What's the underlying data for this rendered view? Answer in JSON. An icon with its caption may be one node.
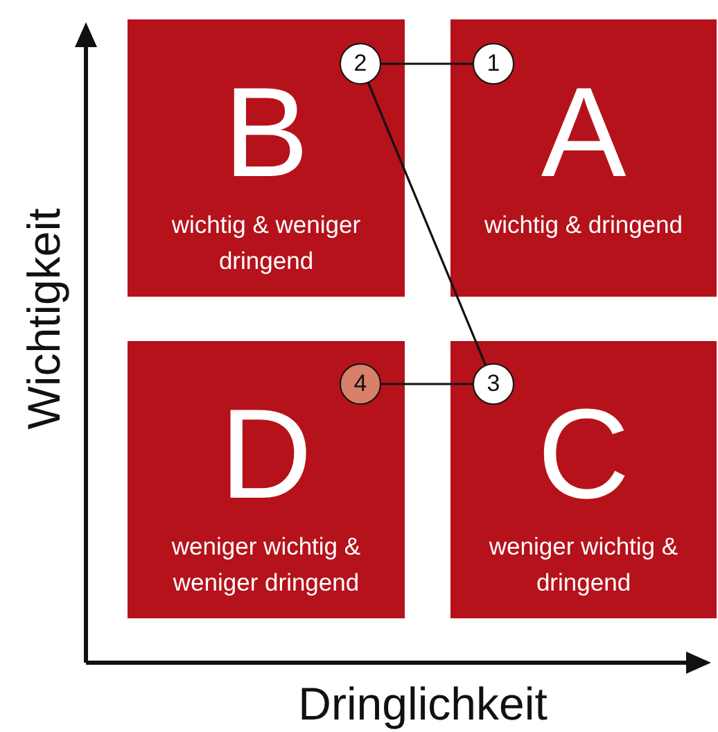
{
  "diagram": {
    "nodes": [
      {
        "text": [
          "B",
          "wichtig & weniger dringend"
        ]
      },
      {
        "text": [
          "A",
          "wichtig & dringend"
        ]
      },
      {
        "text": [
          "D",
          "weniger wichtig & weniger dringend"
        ]
      },
      {
        "text": [
          "C",
          "weniger wichtig & dringend"
        ]
      },
      {
        "text": [
          "2"
        ],
        "in": 0
      },
      {
        "text": [
          "1"
        ],
        "in": 1
      },
      {
        "text": [
          "4"
        ],
        "in": 2
      },
      {
        "text": [
          "3"
        ],
        "in": 3
      }
    ],
    "edges": [
      {
        "from": 5,
        "to": 4,
        "arrow": "none"
      },
      {
        "from": 4,
        "to": 7,
        "arrow": "none"
      },
      {
        "from": 7,
        "to": 6,
        "arrow": "none"
      }
    ],
    "labels": [
      "Wichtigkeit",
      "Dringlichkeit"
    ]
  }
}
